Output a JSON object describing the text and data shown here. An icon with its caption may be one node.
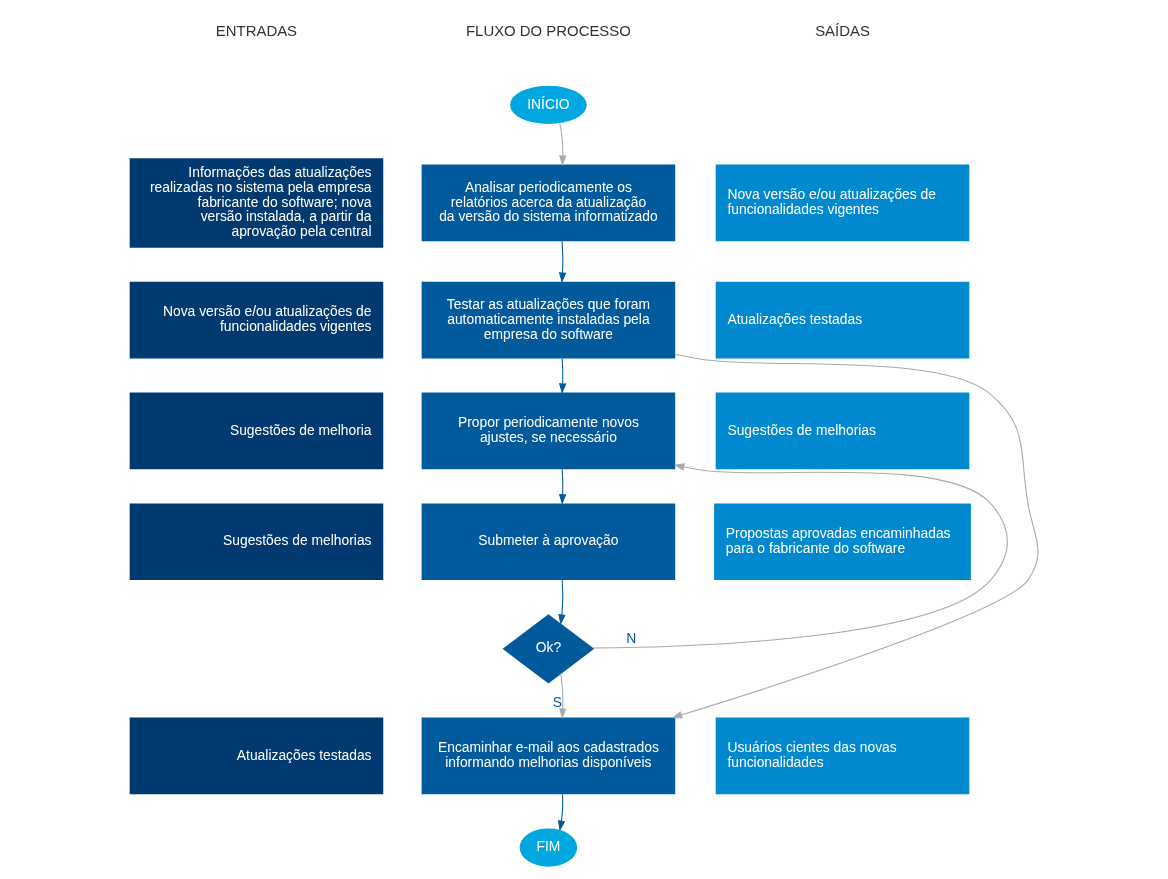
{
  "diagram": {
    "nodes": [
      {
        "text": [
          "INÍCIO"
        ]
      },
      {
        "text": [
          "Informações das atualizações realizadas no sistema pela empresa fabricante do software; nova versão instalada, a partir da aprovação pela central"
        ]
      },
      {
        "text": [
          "Analisar periodicamente os relatórios acerca da atualização da versão do sistema informatizado"
        ]
      },
      {
        "text": [
          "Nova versão e/ou atualizações de funcionalidades vigentes"
        ]
      },
      {
        "text": [
          "Nova versão e/ou atualizações de funcionalidades vigentes"
        ]
      },
      {
        "text": [
          "Testar as atualizações que foram automaticamente instaladas pela empresa do software"
        ]
      },
      {
        "text": [
          "Atualizações testadas"
        ]
      },
      {
        "text": [
          "Sugestões de melhoria"
        ]
      },
      {
        "text": [
          "Propor periodicamente novos ajustes, se necessário"
        ]
      },
      {
        "text": [
          "Sugestões de melhorias"
        ]
      },
      {
        "text": [
          "Sugestões de melhorias"
        ]
      },
      {
        "text": [
          "Submeter à aprovação"
        ]
      },
      {
        "text": [
          "Propostas aprovadas encaminhadas para o fabricante do software"
        ]
      },
      {
        "text": [
          "Ok?"
        ]
      },
      {
        "text": [
          "Atualizações testadas"
        ]
      },
      {
        "text": [
          "Encaminhar e-mail aos cadastrados informando melhorias disponíveis"
        ]
      },
      {
        "text": [
          "Usuários cientes das novas funcionalidades"
        ]
      },
      {
        "text": [
          "FIM"
        ]
      }
    ],
    "edges": [
      {
        "from": 0,
        "to": 2,
        "arrow": "to",
        "color": "#a7a9ac"
      },
      {
        "from": 2,
        "to": 5,
        "arrow": "to"
      },
      {
        "from": 5,
        "to": 8,
        "arrow": "to"
      },
      {
        "from": 8,
        "to": 11,
        "arrow": "to"
      },
      {
        "from": 11,
        "to": 13,
        "arrow": "to"
      },
      {
        "from": 13,
        "to": 15,
        "label": "S",
        "arrow": "to",
        "color": "#a7a9ac"
      },
      {
        "from": 13,
        "to": 8,
        "label": "N",
        "arrow": "to",
        "color": "#a7a9ac"
      },
      {
        "from": 5,
        "to": 15,
        "arrow": "to",
        "color": "#a7a9ac"
      },
      {
        "from": 15,
        "to": 17,
        "arrow": "to"
      }
    ],
    "labels": [
      "ENTRADAS",
      "FLUXO DO PROCESSO",
      "SAÍDAS"
    ]
  }
}
